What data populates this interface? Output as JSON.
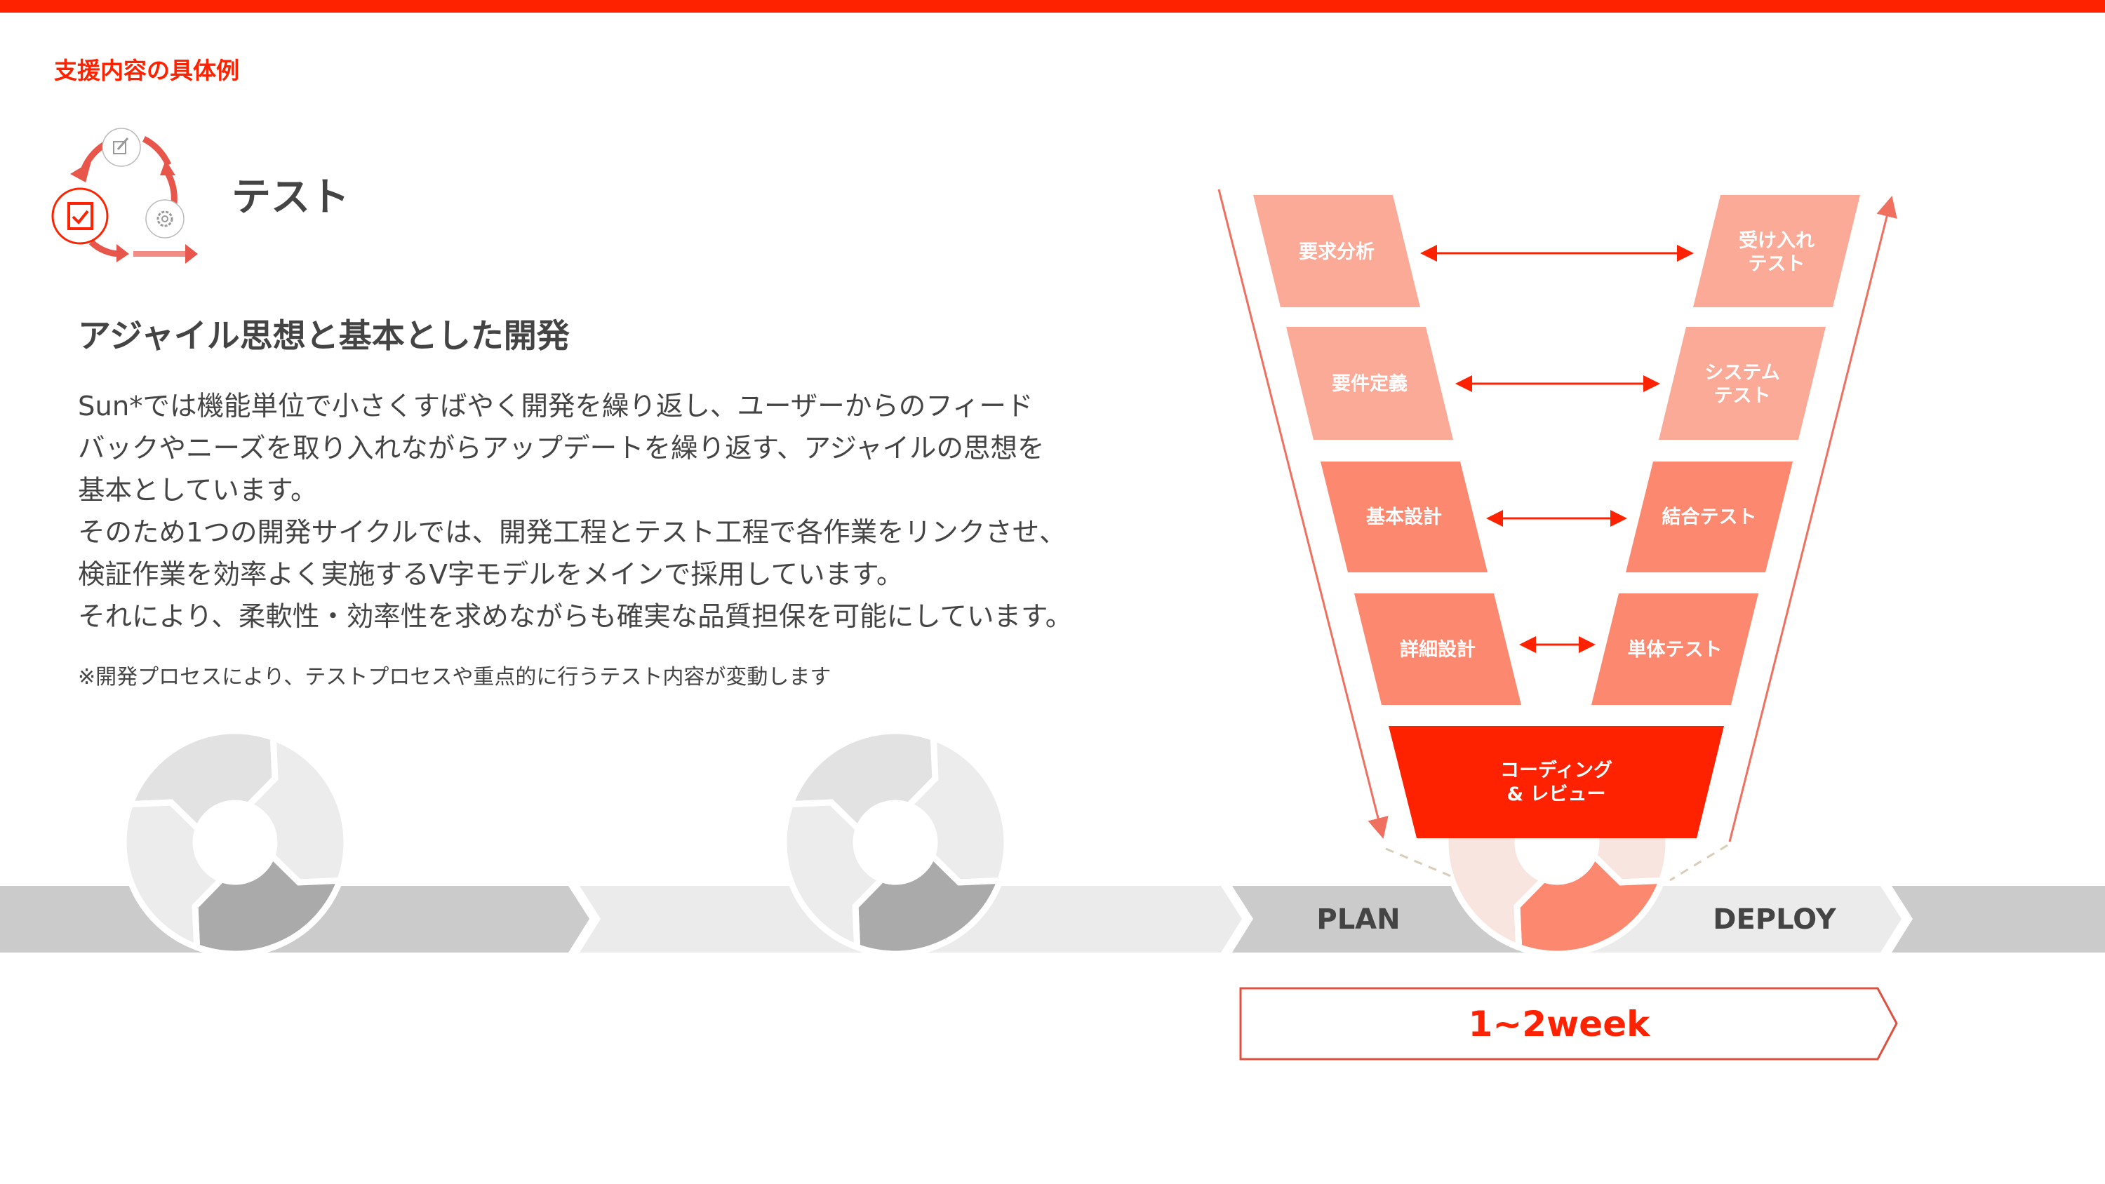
{
  "header": {
    "section_label": "支援内容の具体例",
    "title": "テスト"
  },
  "content": {
    "heading": "アジャイル思想と基本とした開発",
    "body_lines": [
      "Sun*では機能単位で小さくすばやく開発を繰り返し、ユーザーからのフィード",
      "バックやニーズを取り入れながらアップデートを繰り返す、アジャイルの思想を",
      "基本としています。",
      "そのため1つの開発サイクルでは、開発工程とテスト工程で各作業をリンクさせ、",
      "検証作業を効率よく実施するV字モデルをメインで採用しています。",
      "それにより、柔軟性・効率性を求めながらも確実な品質担保を可能にしています。"
    ],
    "note": "※開発プロセスにより、テストプロセスや重点的に行うテスト内容が変動します"
  },
  "v_model": {
    "left": [
      [
        "要求分析"
      ],
      [
        "要件定義"
      ],
      [
        "基本設計"
      ],
      [
        "詳細設計"
      ]
    ],
    "right": [
      [
        "受け入れ",
        "テスト"
      ],
      [
        "システム",
        "テスト"
      ],
      [
        "結合テスト"
      ],
      [
        "単体テスト"
      ]
    ],
    "bottom": [
      "コーディング",
      "& レビュー"
    ]
  },
  "timeline": {
    "plan": "PLAN",
    "deploy": "DEPLOY",
    "duration": "1~2week"
  },
  "colors": {
    "accent": "#ff2200",
    "light_salmon": "#fcaa98",
    "salmon": "#fd8870",
    "text": "#444444"
  }
}
